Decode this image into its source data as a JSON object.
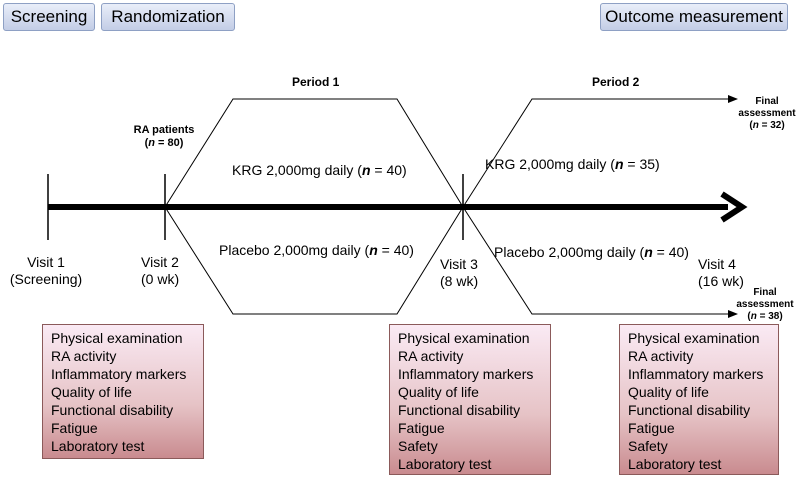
{
  "phases": {
    "screening": "Screening",
    "randomization": "Randomization",
    "outcome": "Outcome measurement"
  },
  "periods": {
    "period1": "Period 1",
    "period2": "Period 2"
  },
  "enrollment": {
    "label": "RA patients",
    "n_prefix": "(",
    "n_symbol": "n",
    "n_value": " = 80)"
  },
  "arms": {
    "period1_krg": {
      "text": "KRG 2,000mg daily (",
      "n": "n",
      "value": " = 40)"
    },
    "period1_placebo": {
      "text": "Placebo 2,000mg daily (",
      "n": "n",
      "value": " = 40)"
    },
    "period2_krg": {
      "text": "KRG 2,000mg daily (",
      "n": "n",
      "value": " = 35)"
    },
    "period2_placebo": {
      "text": "Placebo 2,000mg daily (",
      "n": "n",
      "value": " = 40)"
    }
  },
  "final": {
    "top": {
      "label1": "Final",
      "label2": "assessment",
      "n_prefix": "(",
      "n": "n",
      "value": " = 32)"
    },
    "bottom": {
      "label1": "Final",
      "label2": "assessment",
      "n_prefix": "(",
      "n": "n",
      "value": " = 38)"
    }
  },
  "visits": {
    "v1": {
      "line1": "Visit 1",
      "line2": "(Screening)"
    },
    "v2": {
      "line1": "Visit 2",
      "line2": "(0 wk)"
    },
    "v3": {
      "line1": "Visit 3",
      "line2": "(8 wk)"
    },
    "v4": {
      "line1": "Visit 4",
      "line2": "(16 wk)"
    }
  },
  "boxes": {
    "visit2": [
      "Physical examination",
      "RA activity",
      "Inflammatory markers",
      "Quality of life",
      "Functional disability",
      "Fatigue",
      "Laboratory test"
    ],
    "visit3": [
      "Physical examination",
      "RA activity",
      "Inflammatory markers",
      "Quality of life",
      "Functional disability",
      "Fatigue",
      "Safety",
      "Laboratory test"
    ],
    "visit4": [
      "Physical examination",
      "RA activity",
      "Inflammatory markers",
      "Quality of life",
      "Functional disability",
      "Fatigue",
      "Safety",
      "Laboratory test"
    ]
  }
}
